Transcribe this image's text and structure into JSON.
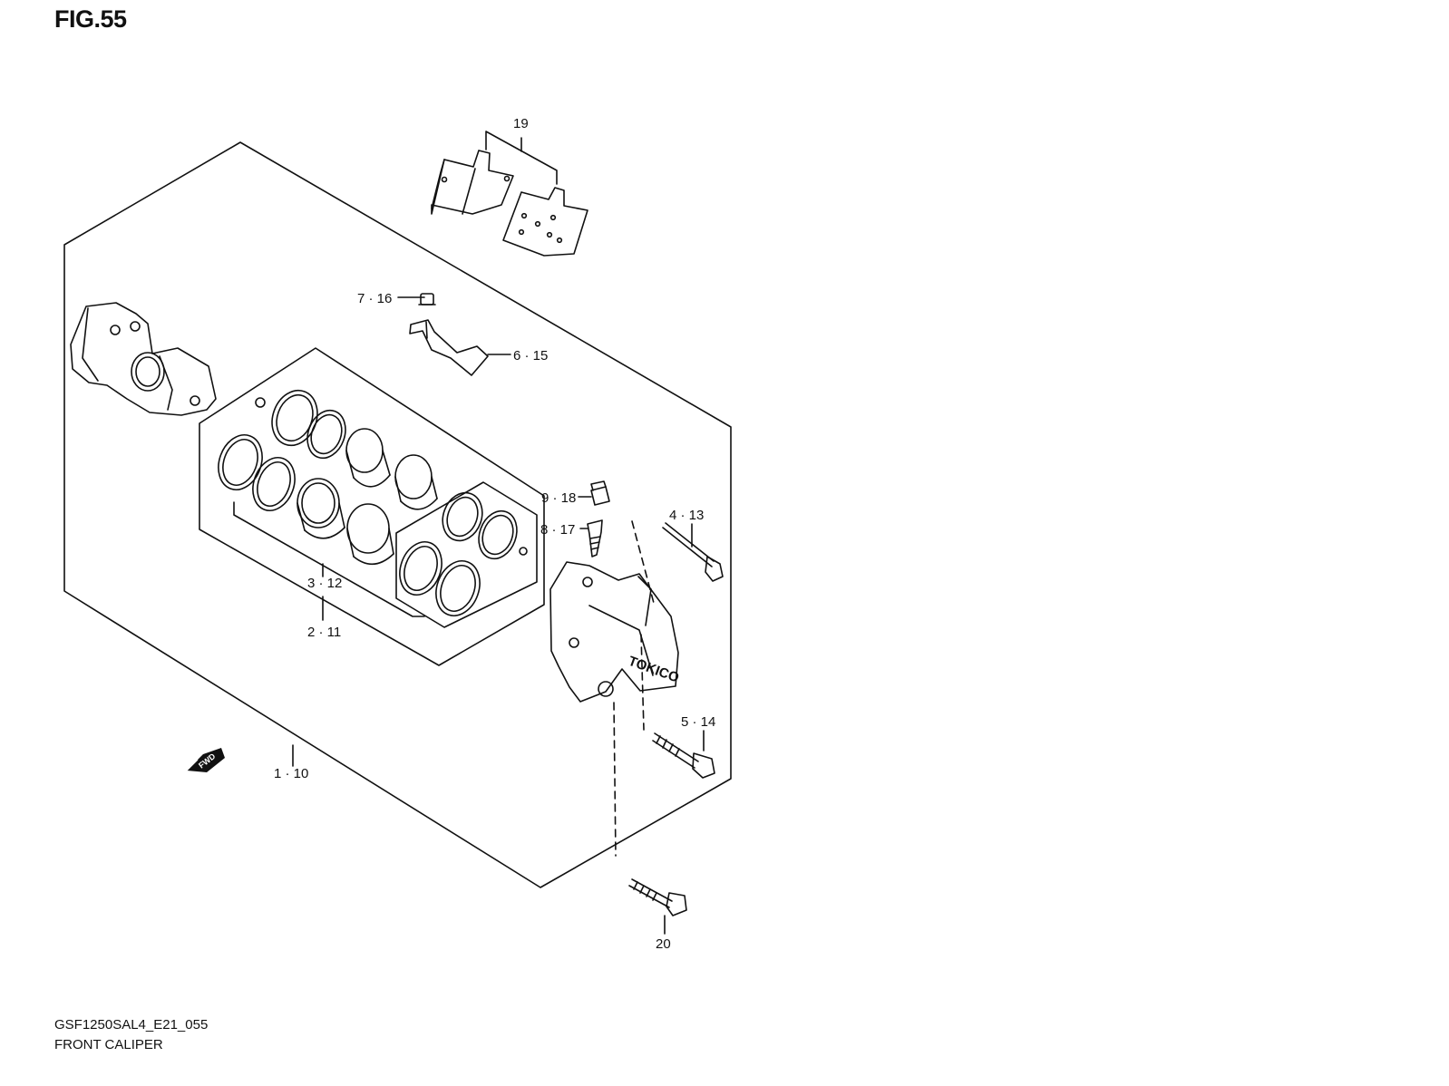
{
  "figure": {
    "title": "FIG.55"
  },
  "callouts": [
    {
      "id": "19",
      "text": "19"
    },
    {
      "id": "7-16",
      "text": "7 · 16"
    },
    {
      "id": "6-15",
      "text": "6 · 15"
    },
    {
      "id": "9-18",
      "text": "9 · 18"
    },
    {
      "id": "8-17",
      "text": "8 · 17"
    },
    {
      "id": "4-13",
      "text": "4 · 13"
    },
    {
      "id": "3-12",
      "text": "3 · 12"
    },
    {
      "id": "2-11",
      "text": "2 · 11"
    },
    {
      "id": "5-14",
      "text": "5 · 14"
    },
    {
      "id": "1-10",
      "text": "1 · 10"
    },
    {
      "id": "20",
      "text": "20"
    }
  ],
  "direction_marker": {
    "text": "FWD"
  },
  "footer": {
    "code": "GSF1250SAL4_E21_055",
    "name": "FRONT CALIPER"
  }
}
